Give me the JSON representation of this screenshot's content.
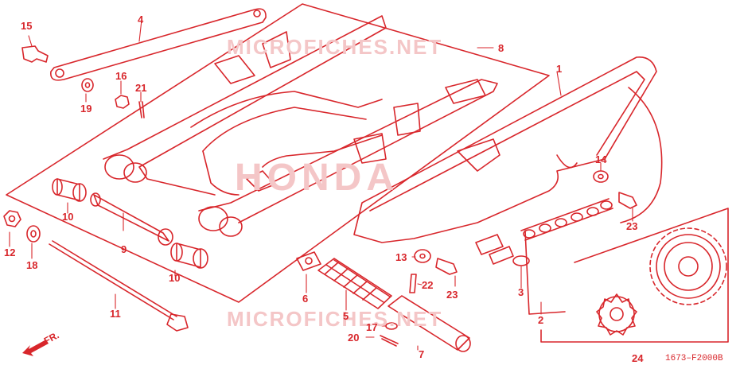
{
  "diagram": {
    "part_labels": [
      "1",
      "2",
      "3",
      "4",
      "5",
      "6",
      "7",
      "8",
      "9",
      "10",
      "10",
      "11",
      "12",
      "13",
      "14",
      "15",
      "16",
      "17",
      "18",
      "19",
      "20",
      "21",
      "22",
      "23",
      "23",
      "24"
    ],
    "direction_label": "FR.",
    "figure_code": "1673–F2000B",
    "watermarks": [
      "MICROFICHES.NET",
      "HONDA",
      "MICROFICHES.NET"
    ],
    "colors": {
      "ink": "#d8262b",
      "watermark": "#f4c6c7",
      "background": "#ffffff"
    }
  }
}
